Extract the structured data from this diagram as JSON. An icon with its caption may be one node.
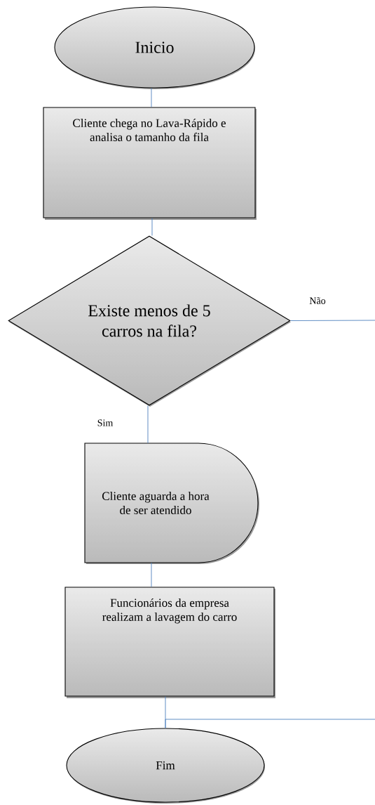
{
  "diagram": {
    "nodes": [
      {
        "text": [
          "Inicio"
        ]
      },
      {
        "text": [
          "Cliente chega no Lava-Rápido e analisa o tamanho da fila"
        ]
      },
      {
        "text": [
          "Existe menos de 5 carros na fila?"
        ]
      },
      {
        "text": [
          "Cliente aguarda a hora de ser atendido"
        ]
      },
      {
        "text": [
          "Funcionários da empresa realizam a lavagem do carro"
        ]
      },
      {
        "text": [
          "Fim"
        ]
      }
    ],
    "edges": [
      {
        "from": 0,
        "to": 1,
        "arrow": "none"
      },
      {
        "from": 1,
        "to": 2,
        "arrow": "none"
      },
      {
        "from": 2,
        "to": 3,
        "arrow": "none",
        "label": "Sim"
      },
      {
        "from": 2,
        "to": null,
        "arrow": "none",
        "label": "Não"
      },
      {
        "from": 3,
        "to": 4,
        "arrow": "none"
      },
      {
        "from": 4,
        "to": 5,
        "arrow": "none"
      },
      {
        "from": null,
        "to": 5,
        "arrow": "none"
      }
    ]
  }
}
